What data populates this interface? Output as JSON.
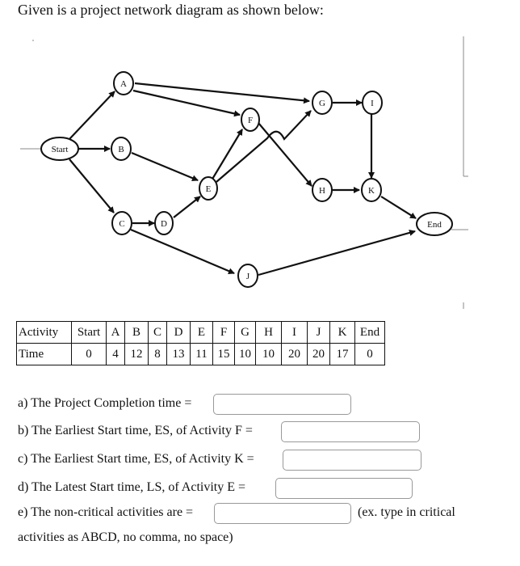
{
  "intro": "Given is a project network diagram as shown below:",
  "nodes": {
    "start": "Start",
    "A": "A",
    "B": "B",
    "C": "C",
    "D": "D",
    "E": "E",
    "F": "F",
    "G": "G",
    "H": "H",
    "I": "I",
    "J": "J",
    "K": "K",
    "end": "End"
  },
  "table": {
    "row_labels": [
      "Activity",
      "Time"
    ],
    "activities": [
      "Start",
      "A",
      "B",
      "C",
      "D",
      "E",
      "F",
      "G",
      "H",
      "I",
      "J",
      "K",
      "End"
    ],
    "times": [
      "0",
      "4",
      "12",
      "8",
      "13",
      "11",
      "15",
      "10",
      "10",
      "20",
      "20",
      "17",
      "0"
    ]
  },
  "questions": [
    {
      "text": "a) The Project Completion time =",
      "answer": ""
    },
    {
      "text": "b) The Earliest Start time, ES, of Activity F =",
      "answer": ""
    },
    {
      "text": "c) The Earliest Start time, ES, of Activity K =",
      "answer": ""
    },
    {
      "text": "d) The Latest Start time, LS, of Activity E =",
      "answer": ""
    },
    {
      "text": "e) The non-critical activities are =",
      "answer": ""
    }
  ],
  "hint": "(ex. type in critical",
  "hint_cont": "activities as ABCD, no comma, no space)"
}
